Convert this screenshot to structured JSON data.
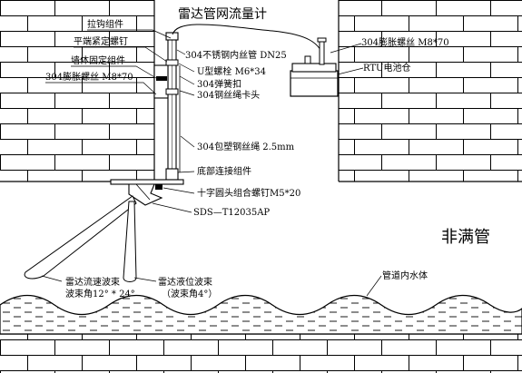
{
  "title": "雷达管网流量计",
  "pipe_state": "非满管",
  "labels": {
    "pull_hook": "拉钩组件",
    "flat_screw": "平端紧定螺钉",
    "wall_mount": "墙体固定组件",
    "expansion_bolt_left": "304膨胀螺丝 M8*70",
    "stainless_pipe": "304不锈钢内丝管 DN25",
    "u_bolt": "U型螺栓 M6*34",
    "spring_buckle": "304弹簧扣",
    "rope_clip": "304钢丝绳卡头",
    "expansion_bolt_right": "304膨胀螺丝 M8*70",
    "rtu_box": "RTU电池仓",
    "plastic_rope": "304包塑钢丝绳 2.5mm",
    "bottom_connector": "底部连接组件",
    "cross_screw": "十字圆头组合螺钉M5*20",
    "model": "SDS—T12035AP",
    "flow_beam_line1": "雷达流速波束",
    "flow_beam_line2": "波束角12° * 24°",
    "level_beam_line1": "雷达液位波束",
    "level_beam_line2": "（波束角4°）",
    "water": "管道内水体"
  }
}
